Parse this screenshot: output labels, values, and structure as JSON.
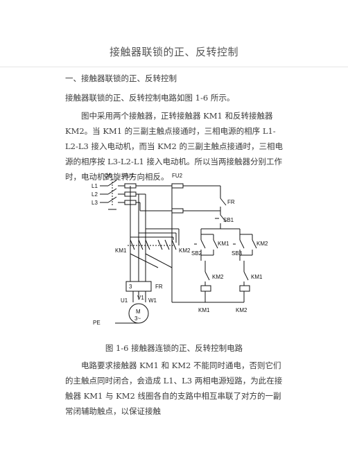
{
  "title": "接触器联锁的正、反转控制",
  "section_heading": "一、接触器联锁的正、反转控制",
  "para1": "接触器联锁的正、反转控制电路如图 1-6 所示。",
  "para2": "图中采用两个接触器，正转接触器 KM1 和反转接触器 KM2。当 KM1 的三副主触点接通时，三相电源的相序 L1-L2-L3 接入电动机，而当 KM2 的三副主触点接通时，三相电源的相序按 L3-L2-L1 接入电动机。所以当两接触器分别工作时，电动机的旋转方向相反。",
  "caption": "图 1-6 接触器连锁的正、反转控制电路",
  "para3": "电路要求接触器 KM1 和 KM2 不能同时通电，否则它们的主触点同时闭合，会造成 L1、L3 两相电源短路，为此在接触器 KM1 与 KM2 线圈各自的支路中相互串联了对方的一副常闭辅助触点，以保证接触",
  "diagram": {
    "labels": {
      "l1": "L1",
      "l2": "L2",
      "l3": "L3",
      "qs": "QS",
      "fu1": "FU1",
      "fu2": "FU2",
      "fr": "FR",
      "fr_main": "FR",
      "sb1": "SB1",
      "sb2": "SB2",
      "sb3": "SB3",
      "km1_aux": "KM1",
      "km2_aux": "KM2",
      "km1_main": "KM1",
      "km2_main": "KM2",
      "km2_nc": "KM2",
      "km1_nc": "KM1",
      "km1_coil": "KM1",
      "km2_coil": "KM2",
      "fr_count": "3",
      "u1": "U1",
      "v1": "V1",
      "w1": "W1",
      "motor_m": "M",
      "motor_3": "3~",
      "pe": "PE"
    }
  }
}
